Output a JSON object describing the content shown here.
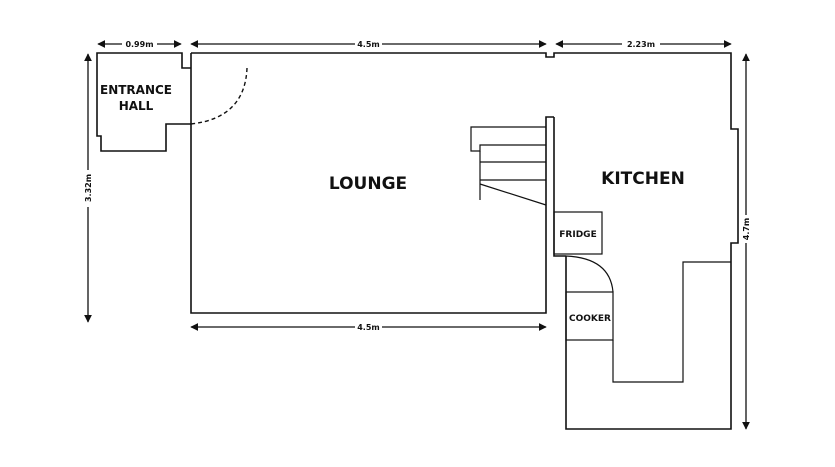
{
  "rooms": {
    "entrance_line1": "ENTRANCE",
    "entrance_line2": "HALL",
    "lounge": "LOUNGE",
    "kitchen": "KITCHEN",
    "fridge": "FRIDGE",
    "cooker": "COOKER"
  },
  "dimensions": {
    "entrance_width": "0.99m",
    "lounge_width_top": "4.5m",
    "kitchen_width": "2.23m",
    "left_height": "3.32m",
    "lounge_width_bottom": "4.5m",
    "kitchen_height": "4.7m"
  }
}
